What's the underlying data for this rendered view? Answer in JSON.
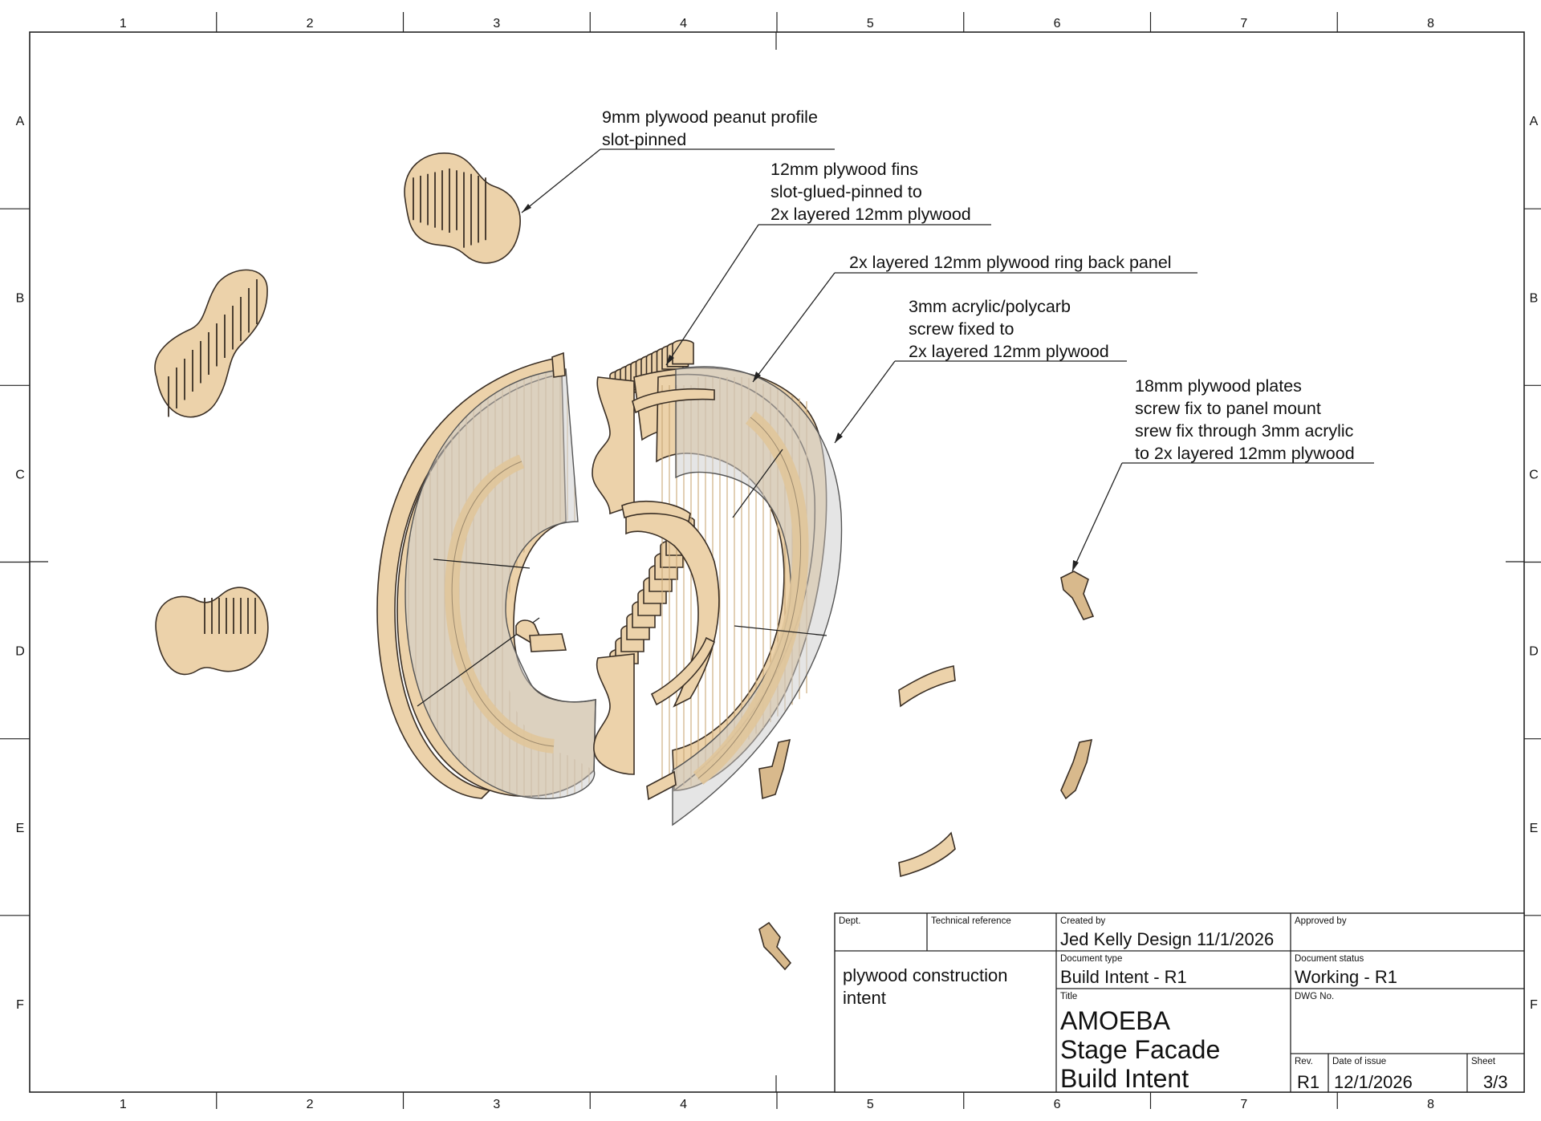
{
  "sheet": {
    "columns": [
      "1",
      "2",
      "3",
      "4",
      "5",
      "6",
      "7",
      "8"
    ],
    "rows": [
      "A",
      "B",
      "C",
      "D",
      "E",
      "F"
    ]
  },
  "colors": {
    "plywood": "#ecd2aa",
    "plywood_edge": "#3a2f25",
    "acrylic": "#cfcfcf",
    "frame": "#222222"
  },
  "callouts": [
    {
      "id": "peanut-profile",
      "lines": [
        "9mm plywood peanut profile",
        "slot-pinned"
      ]
    },
    {
      "id": "fins",
      "lines": [
        "12mm plywood fins",
        "slot-glued-pinned to",
        "2x layered 12mm plywood"
      ]
    },
    {
      "id": "ring-back-panel",
      "lines": [
        "2x layered 12mm plywood ring back panel"
      ]
    },
    {
      "id": "acrylic",
      "lines": [
        "3mm acrylic/polycarb",
        "screw fixed to",
        "2x layered 12mm plywood"
      ]
    },
    {
      "id": "plates",
      "lines": [
        "18mm plywood plates",
        "screw fix to panel mount",
        "srew fix through 3mm acrylic",
        "to 2x layered 12mm plywood"
      ]
    }
  ],
  "title_block": {
    "dept_label": "Dept.",
    "tech_ref_label": "Technical reference",
    "created_by_label": "Created by",
    "created_by_value": "Jed Kelly Design 11/1/2026",
    "approved_by_label": "Approved by",
    "description": [
      "plywood construction",
      "intent"
    ],
    "doc_type_label": "Document type",
    "doc_type_value": "Build Intent - R1",
    "doc_status_label": "Document status",
    "doc_status_value": "Working - R1",
    "title_label": "Title",
    "title_lines": [
      "AMOEBA",
      "Stage Facade",
      "Build Intent"
    ],
    "dwg_no_label": "DWG No.",
    "rev_label": "Rev.",
    "rev_value": "R1",
    "date_label": "Date of issue",
    "date_value": "12/1/2026",
    "sheet_label": "Sheet",
    "sheet_value": "3/3"
  }
}
